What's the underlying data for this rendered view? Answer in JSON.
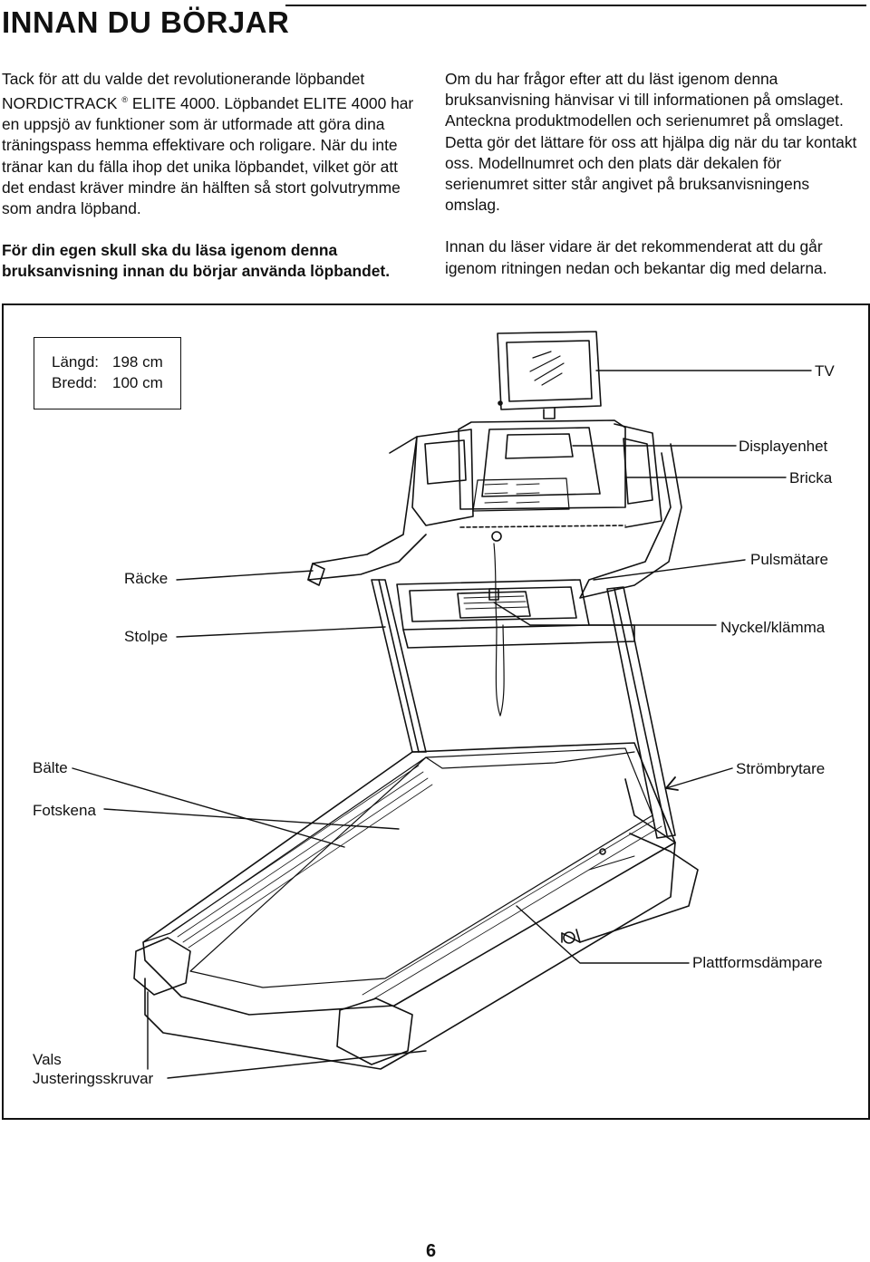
{
  "heading": "INNAN DU BÖRJAR",
  "left_column": {
    "p1_pre": "Tack för att du valde det revolutionerande löpbandet NORDICTRACK",
    "p1_reg": "®",
    "p1_post": " ELITE 4000. Löpbandet ELITE 4000 har en uppsjö av funktioner som är utformade att göra dina träningspass hemma effektivare och roligare. När du inte tränar kan du fälla ihop det unika löpbandet, vilket gör att det endast kräver mindre än hälften så stort golvutrymme som andra löpband.",
    "p2_bold": "För din egen skull ska du läsa igenom denna bruksanvisning innan du börjar använda löpbandet."
  },
  "right_column": {
    "p1": "Om du har frågor efter att du läst igenom denna bruksanvisning hänvisar vi till informationen på omslaget. Anteckna produktmodellen och serienumret på omslaget. Detta gör det lättare för oss att hjälpa dig när du tar kontakt oss. Modellnumret och den plats där dekalen för serienumret sitter står angivet på bruksanvisningens omslag.",
    "p2": "Innan du läser vidare är det rekommenderat att du går igenom ritningen nedan och bekantar dig med delarna."
  },
  "dimensions": {
    "length_label": "Längd:",
    "length_value": "198 cm",
    "width_label": "Bredd:",
    "width_value": "100 cm"
  },
  "labels": {
    "tv": "TV",
    "display": "Displayenhet",
    "tray": "Bricka",
    "pulse": "Pulsmätare",
    "key_clip": "Nyckel/klämma",
    "power_switch": "Strömbrytare",
    "platform_damper": "Plattformsdämpare",
    "handrail": "Räcke",
    "upright": "Stolpe",
    "belt": "Bälte",
    "foot_rail": "Fotskena",
    "roller": "Vals",
    "adjustment_screws": "Justeringsskruvar"
  },
  "page_number": "6"
}
